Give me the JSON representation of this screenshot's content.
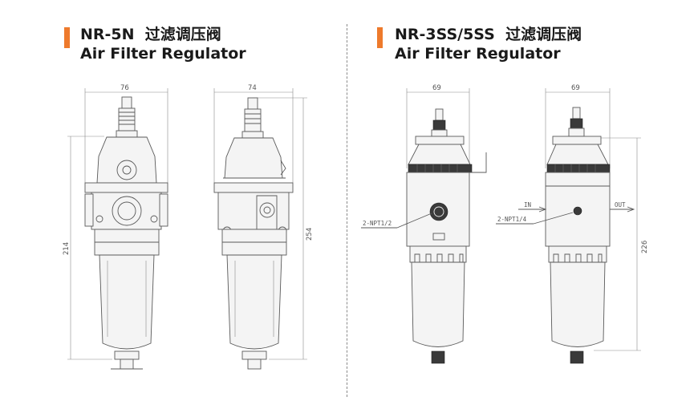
{
  "left": {
    "model": "NR-5N",
    "chinese": "过滤调压阀",
    "english": "Air Filter Regulator",
    "front_width": "76",
    "side_width": "74",
    "front_height": "214",
    "side_height": "254"
  },
  "right": {
    "model": "NR-3SS/5SS",
    "chinese": "过滤调压阀",
    "english": "Air Filter Regulator",
    "front_width": "69",
    "side_width": "69",
    "side_height": "226",
    "port_front": "2-NPT1/2",
    "port_side": "2-NPT1/4",
    "in_label": "IN",
    "out_label": "OUT"
  },
  "colors": {
    "accent": "#ee7a2c",
    "line": "#5a5a5a",
    "text": "#1a1a1a"
  }
}
